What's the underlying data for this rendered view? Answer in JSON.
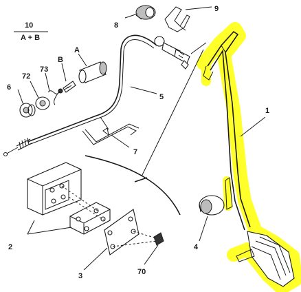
{
  "callouts": {
    "l1": "1",
    "l2": "2",
    "l3": "3",
    "l4": "4",
    "l5": "5",
    "l6": "6",
    "l7": "7",
    "l8": "8",
    "l9": "9",
    "l10": "10",
    "l72": "72",
    "l73": "73",
    "l70": "70",
    "lA": "A",
    "lB": "B",
    "lAB": "A + B"
  },
  "colors": {
    "highlight": "#ffff2a",
    "line": "#1a1a1a",
    "shade": "#bdbdbd"
  }
}
